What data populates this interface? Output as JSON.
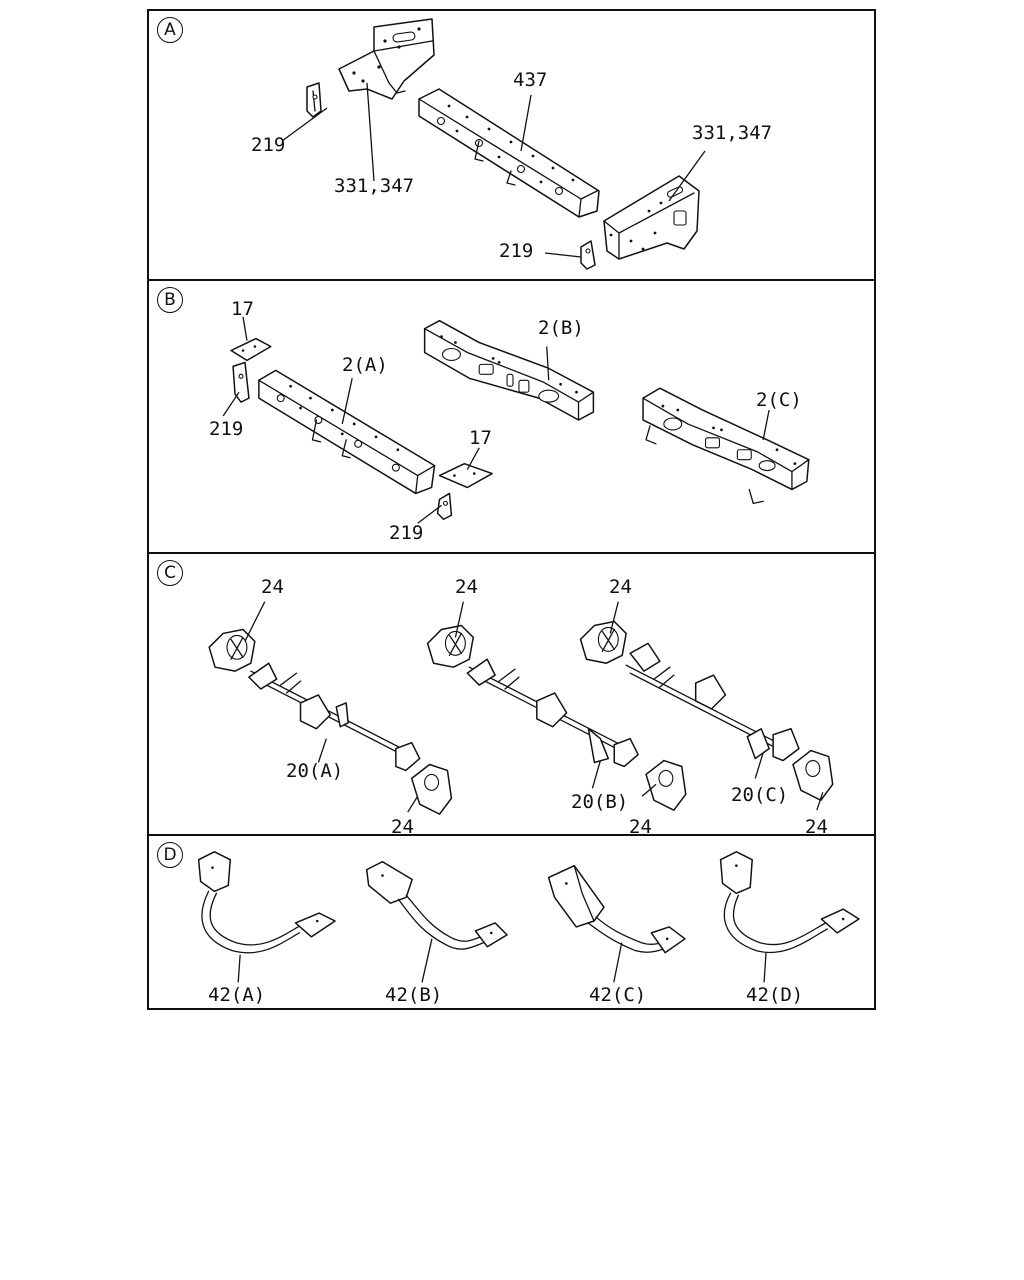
{
  "panels": [
    {
      "id": "A",
      "badge": "A",
      "labels": {
        "bracket_219_left": "219",
        "member_437": "437",
        "bracket_331_left": "331,347",
        "bracket_331_right": "331,347",
        "bracket_219_right": "219"
      }
    },
    {
      "id": "B",
      "badge": "B",
      "labels": {
        "plate_17_left": "17",
        "member_2a": "2(A)",
        "bracket_219_left": "219",
        "member_2b": "2(B)",
        "member_2c": "2(C)",
        "plate_17_right": "17",
        "bracket_219_right": "219"
      }
    },
    {
      "id": "C",
      "badge": "C",
      "labels": {
        "mount_24_a_top": "24",
        "mount_24_b_top": "24",
        "mount_24_c_top": "24",
        "assembly_20a": "20(A)",
        "assembly_20b": "20(B)",
        "assembly_20c": "20(C)",
        "mount_24_a_bottom": "24",
        "mount_24_b_bottom": "24",
        "mount_24_c_bottom": "24"
      }
    },
    {
      "id": "D",
      "badge": "D",
      "labels": {
        "pipe_42a": "42(A)",
        "pipe_42b": "42(B)",
        "pipe_42c": "42(C)",
        "pipe_42d": "42(D)"
      }
    }
  ]
}
